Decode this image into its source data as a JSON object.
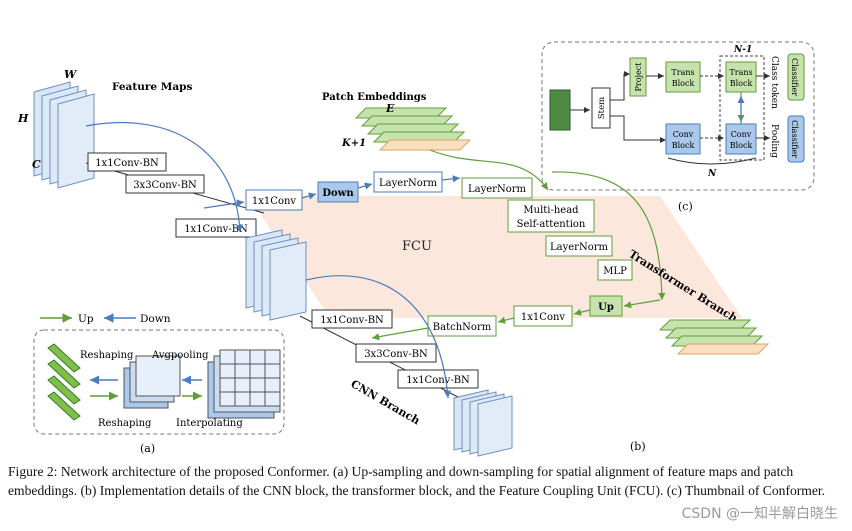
{
  "figure": {
    "feature_maps_label": "Feature Maps",
    "dim_w": "W",
    "dim_h": "H",
    "dim_c": "C",
    "patch_embeddings_label": "Patch Embeddings",
    "dim_e": "E",
    "dim_k1": "K+1",
    "cnn_top": {
      "conv1": "1x1Conv-BN",
      "conv2": "3x3Conv-BN",
      "conv3": "1x1Conv-BN"
    },
    "fcu_down": {
      "conv": "1x1Conv",
      "down": "Down",
      "layernorm": "LayerNorm"
    },
    "fcu_label": "FCU",
    "transformer": {
      "layernorm1": "LayerNorm",
      "mhsa": "Multi-head\nSelf-attention",
      "layernorm2": "LayerNorm",
      "mlp": "MLP"
    },
    "transformer_branch_label": "Transformer Branch",
    "fcu_up": {
      "up": "Up",
      "conv": "1x1Conv",
      "batchnorm": "BatchNorm"
    },
    "cnn_bottom": {
      "conv1": "1x1Conv-BN",
      "conv2": "3x3Conv-BN",
      "conv3": "1x1Conv-BN"
    },
    "cnn_branch_label": "CNN Branch",
    "legend": {
      "up": "Up",
      "down": "Down"
    },
    "panel_a": {
      "reshaping_top": "Reshaping",
      "avgpooling": "Avgpooling",
      "reshaping_bottom": "Reshaping",
      "interpolating": "Interpolating",
      "label": "(a)"
    },
    "panel_b_label": "(b)",
    "panel_c": {
      "stem": "Stem",
      "project": "Project",
      "trans_block": "Trans\nBlock",
      "conv_block": "Conv\nBlock",
      "n_minus_1": "N-1",
      "n": "N",
      "class_token": "Class token",
      "pooling": "Pooling",
      "classifier": "Classifier",
      "label": "(c)"
    },
    "colors": {
      "green": "#5f9e3a",
      "blue": "#4a7cc0",
      "fcu_band": "#fbe3d6",
      "blue_box": "#a9c8ea",
      "green_box": "#c7e3ad"
    }
  },
  "caption": "Figure 2: Network architecture of the proposed Conformer. (a) Up-sampling and down-sampling for spatial alignment of feature maps and patch embeddings. (b) Implementation details of the CNN block, the transformer block, and the Feature Coupling Unit (FCU). (c) Thumbnail of Conformer.",
  "watermark": "CSDN @一知半解白晓生"
}
